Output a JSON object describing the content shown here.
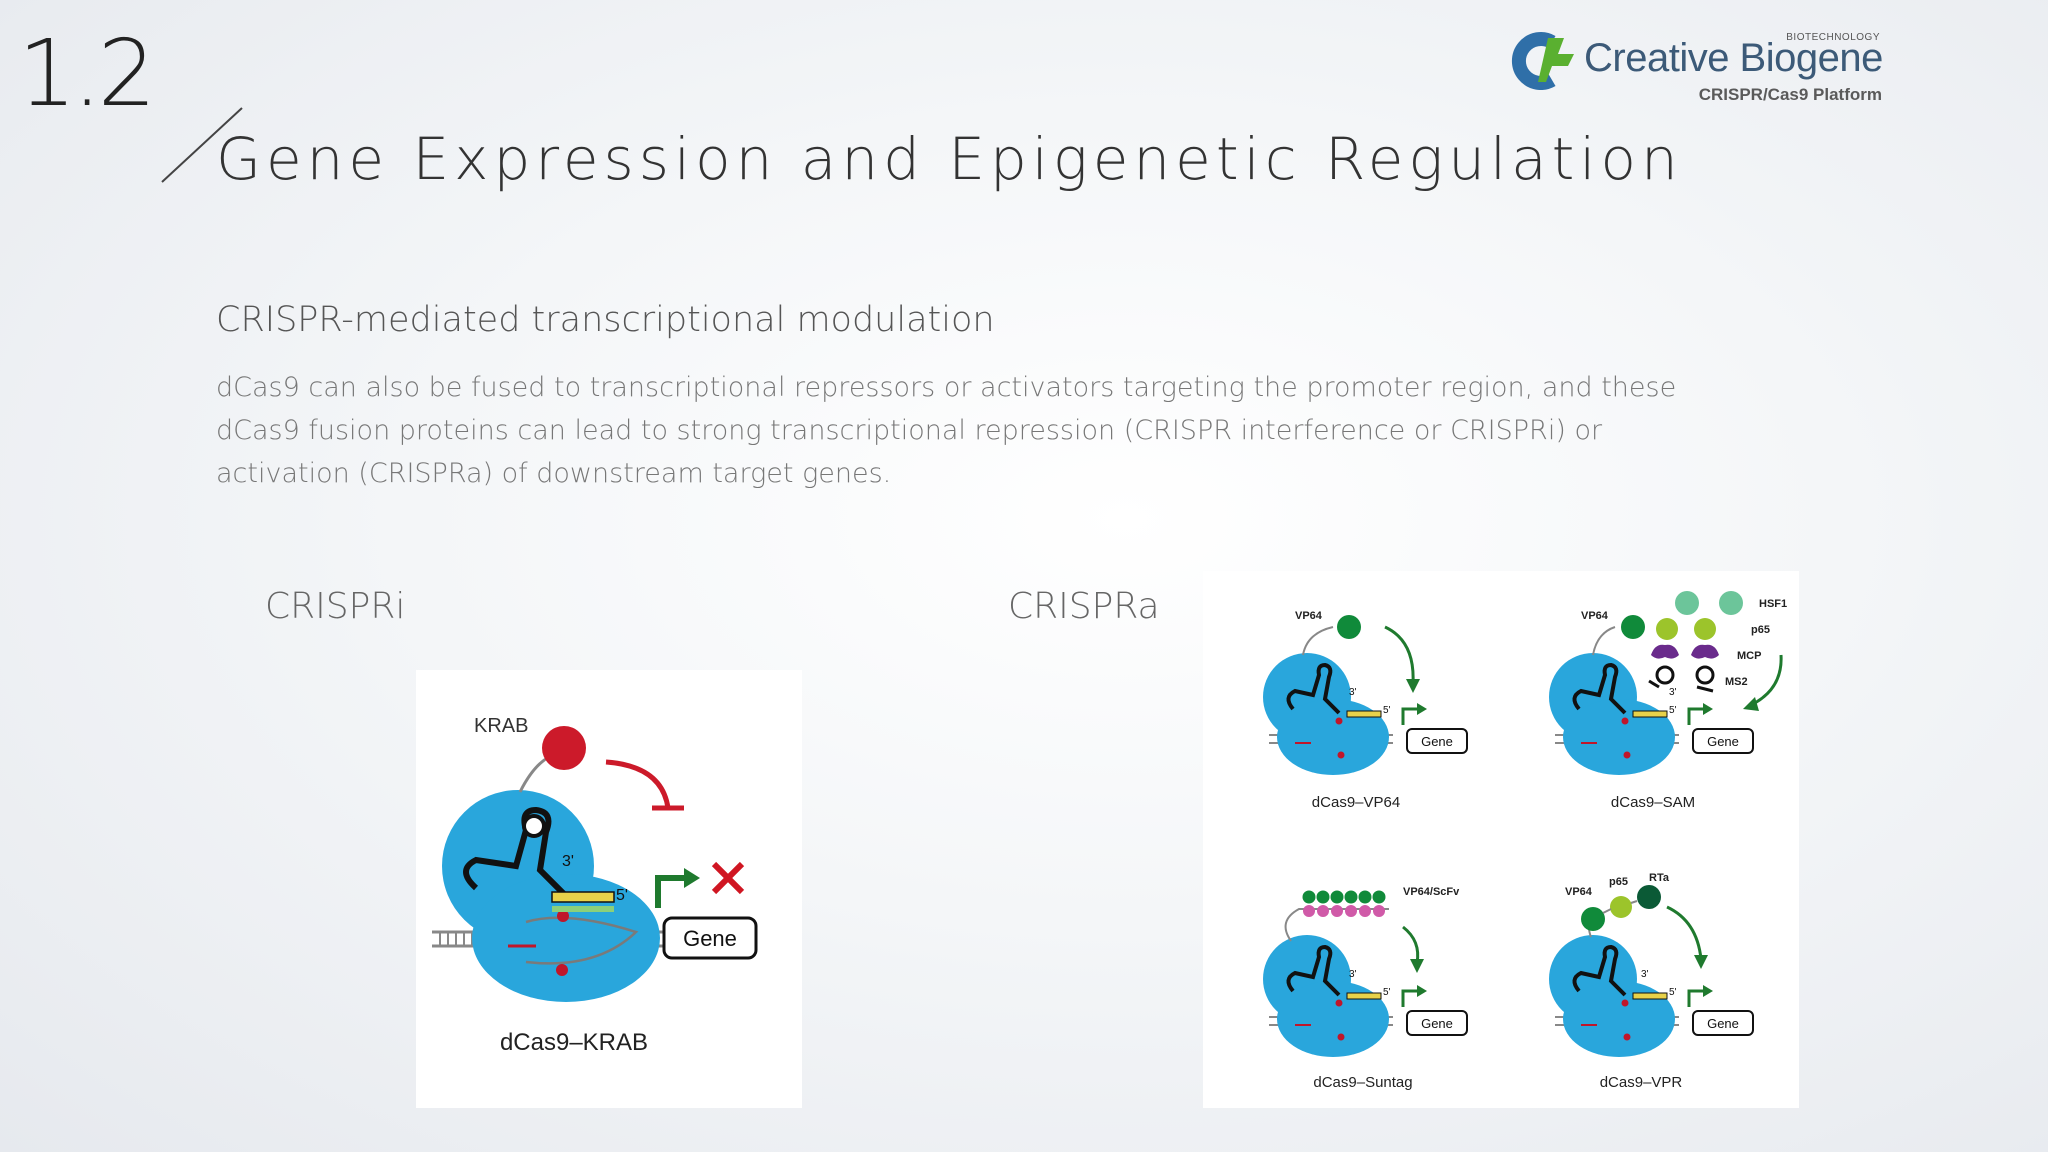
{
  "slide": {
    "section_number": "1.2",
    "title": "Gene Expression and Epigenetic Regulation"
  },
  "logo": {
    "tag": "BIOTECHNOLOGY",
    "name": "Creative Biogene",
    "subtitle": "CRISPR/Cas9 Platform",
    "colors": {
      "blue": "#2f6fa8",
      "green": "#5ab030",
      "text": "#3c5a78"
    }
  },
  "content": {
    "subheading": "CRISPR-mediated transcriptional modulation",
    "body": "dCas9 can also be fused to transcriptional repressors or activators targeting the promoter region, and these dCas9 fusion proteins can lead to strong transcriptional repression (CRISPR interference or CRISPRi) or activation (CRISPRa) of downstream target genes."
  },
  "crispri": {
    "label": "CRISPRi",
    "diagram": {
      "effector": "KRAB",
      "gene": "Gene",
      "caption": "dCas9–KRAB",
      "three_prime": "3'",
      "five_prime": "5'"
    }
  },
  "crispra": {
    "label": "CRISPRa",
    "diagrams": {
      "vp64": {
        "effector": "VP64",
        "gene": "Gene",
        "caption": "dCas9–VP64",
        "three_prime": "3'",
        "five_prime": "5'"
      },
      "sam": {
        "vp64": "VP64",
        "hsf1": "HSF1",
        "p65": "p65",
        "mcp": "MCP",
        "ms2": "MS2",
        "gene": "Gene",
        "caption": "dCas9–SAM",
        "three_prime": "3'",
        "five_prime": "5'"
      },
      "suntag": {
        "effector": "VP64/ScFv",
        "gene": "Gene",
        "caption": "dCas9–Suntag",
        "three_prime": "3'",
        "five_prime": "5'"
      },
      "vpr": {
        "vp64": "VP64",
        "p65": "p65",
        "rta": "RTa",
        "gene": "Gene",
        "caption": "dCas9–VPR",
        "three_prime": "3'",
        "five_prime": "5'"
      }
    }
  },
  "colors": {
    "cas9_blue": "#29a6dc",
    "krab_red": "#cc1a2a",
    "arrow_green": "#1f7a2e",
    "vp64_green": "#108a3a",
    "p65_lime": "#9cc42b",
    "hsf1_mint": "#6cc59a",
    "mcp_purple": "#6a2b8c",
    "suntag_pink": "#d05aa8",
    "rta_dark": "#0b5a36",
    "guide_yellow": "#e8d24a"
  }
}
